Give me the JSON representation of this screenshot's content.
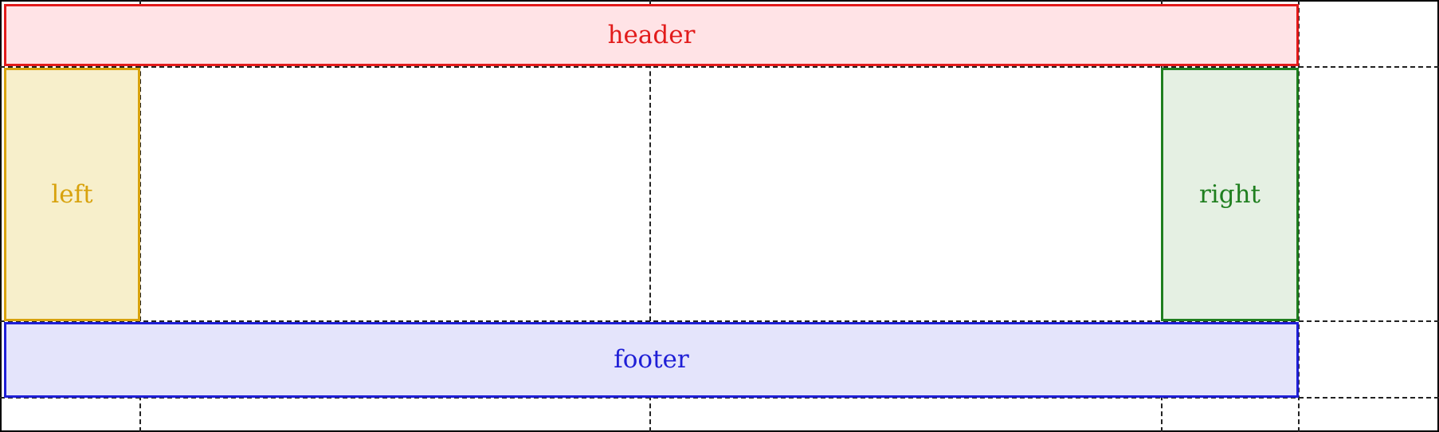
{
  "areas": {
    "header": {
      "label": "header",
      "text_color": "#e21b1b",
      "fill": "#ffe3e6",
      "border": "#e21b1b"
    },
    "left": {
      "label": "left",
      "text_color": "#d8a20d",
      "fill": "#f7efcb",
      "border": "#d8a20d"
    },
    "right": {
      "label": "right",
      "text_color": "#1f7f1f",
      "fill": "#e5f0e3",
      "border": "#1f7f1f"
    },
    "footer": {
      "label": "footer",
      "text_color": "#1f1fd6",
      "fill": "#e4e4fb",
      "border": "#1f1fd6"
    }
  },
  "grid": {
    "line_color": "#222222",
    "outer_color": "#000000"
  }
}
